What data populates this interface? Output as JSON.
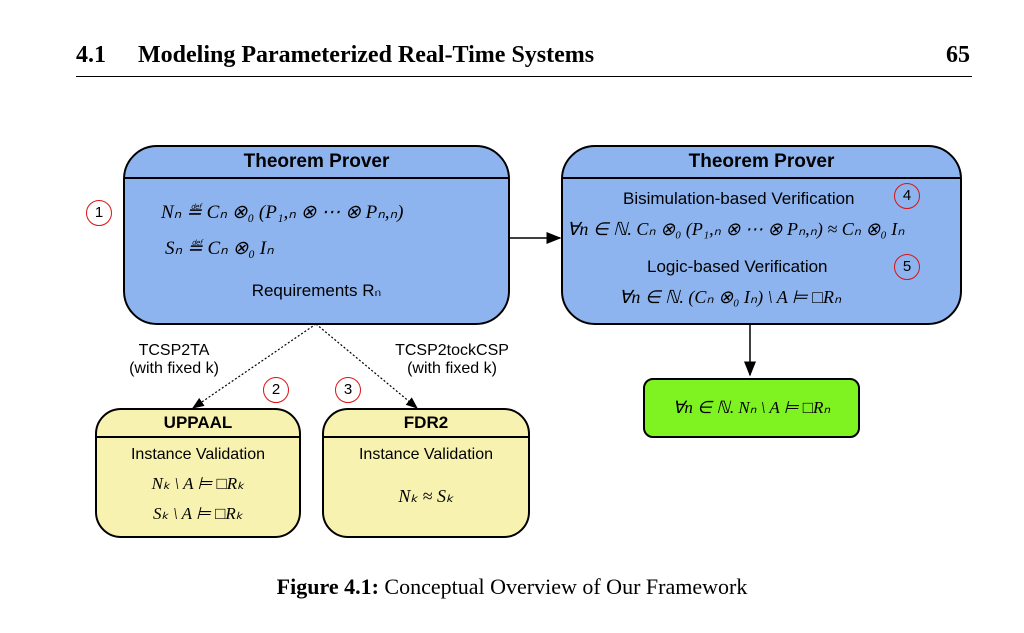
{
  "header": {
    "section": "4.1",
    "title": "Modeling Parameterized Real-Time Systems",
    "page": "65"
  },
  "box_left": {
    "title": "Theorem Prover",
    "def1": "Nₙ ≝ Cₙ ⊗₀ (P₁,ₙ ⊗ ⋯ ⊗ Pₙ,ₙ)",
    "def2": "Sₙ ≝ Cₙ ⊗₀ Iₙ",
    "requirements": "Requirements Rₙ"
  },
  "box_right": {
    "title": "Theorem Prover",
    "bisim_label": "Bisimulation-based Verification",
    "bisim_formula": "∀n ∈ ℕ. Cₙ ⊗₀ (P₁,ₙ ⊗ ⋯ ⊗ Pₙ,ₙ) ≈ Cₙ ⊗₀ Iₙ",
    "logic_label": "Logic-based Verification",
    "logic_formula": "∀n ∈ ℕ. (Cₙ ⊗₀ Iₙ) \\ A ⊨ □Rₙ"
  },
  "box_uppaal": {
    "title": "UPPAAL",
    "subtitle": "Instance Validation",
    "f1": "Nₖ \\ A ⊨ □Rₖ",
    "f2": "Sₖ \\ A ⊨ □Rₖ"
  },
  "box_fdr": {
    "title": "FDR2",
    "subtitle": "Instance Validation",
    "f1": "Nₖ ≈ Sₖ"
  },
  "box_result": {
    "formula": "∀n ∈ ℕ. Nₙ \\ A ⊨ □Rₙ"
  },
  "edges": {
    "left_label_1": "TCSP2TA",
    "left_label_2": "(with fixed k)",
    "right_label_1": "TCSP2tockCSP",
    "right_label_2": "(with fixed k)"
  },
  "markers": [
    "1",
    "2",
    "3",
    "4",
    "5"
  ],
  "caption": {
    "label": "Figure 4.1:",
    "text": "Conceptual Overview of Our Framework"
  },
  "colors": {
    "theorem_prover": "#8db4ee",
    "tool": "#f8f2b0",
    "result": "#7ff221",
    "marker": "#dd1111"
  }
}
